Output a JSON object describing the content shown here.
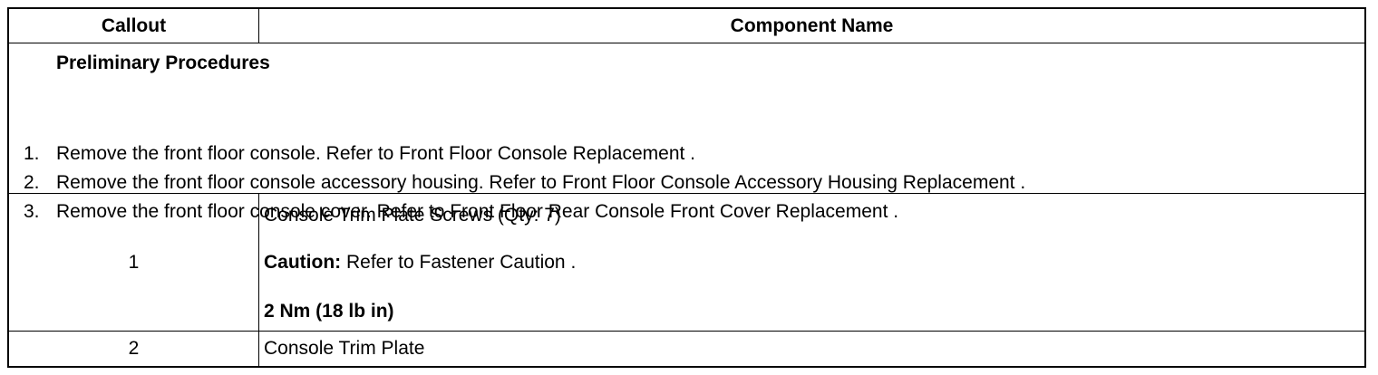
{
  "table": {
    "headers": {
      "callout": "Callout",
      "component_name": "Component Name"
    },
    "preliminary": {
      "title": "Preliminary Procedures",
      "steps": [
        {
          "num": "1.",
          "text": "Remove the front floor console. Refer to Front Floor Console Replacement ."
        },
        {
          "num": "2.",
          "text": "Remove the front floor console accessory housing. Refer to Front Floor Console Accessory Housing Replacement ."
        },
        {
          "num": "3.",
          "text": "Remove the front floor console cover. Refer to Front Floor Rear Console Front Cover Replacement ."
        }
      ]
    },
    "rows": [
      {
        "callout": "1",
        "name": "Console Trim Plate Screws (Qty: 7)",
        "caution_label": "Caution:",
        "caution_text": " Refer to Fastener Caution .",
        "torque": "2 Nm (18 lb in)"
      },
      {
        "callout": "2",
        "name": "Console Trim Plate"
      }
    ]
  }
}
